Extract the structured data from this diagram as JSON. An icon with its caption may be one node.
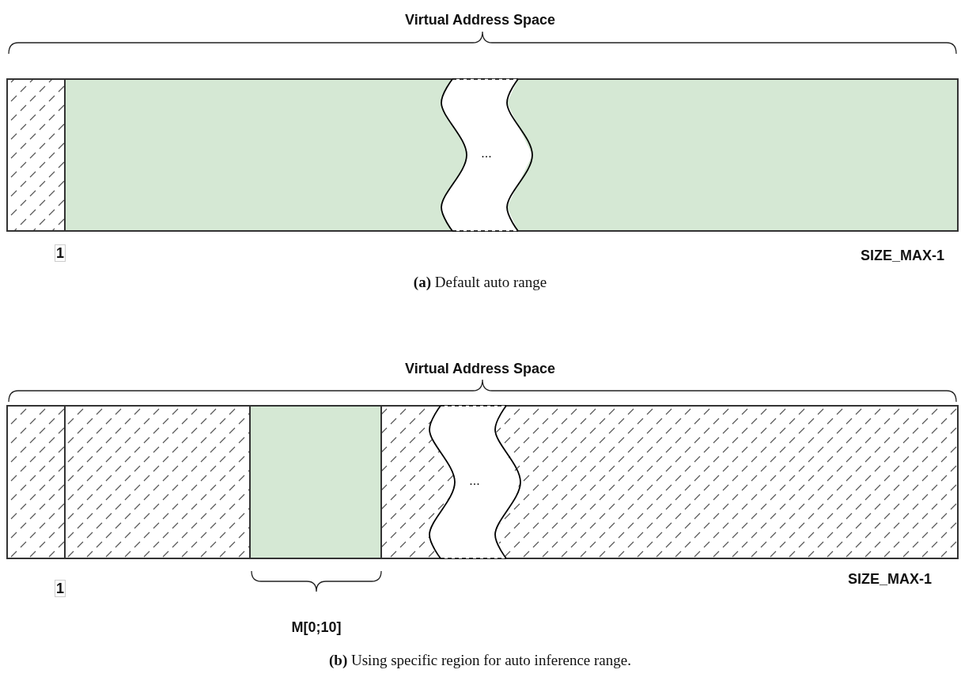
{
  "diagram": {
    "nodes": [
      {
        "text": [
          "..."
        ]
      },
      {
        "text": [
          "..."
        ]
      }
    ],
    "labels": [
      "Virtual Address Space",
      "1",
      "SIZE_MAX-1",
      "**(a)** Default auto range",
      "Virtual Address Space",
      "1",
      "SIZE_MAX-1",
      "M[0;10]",
      "**(b)** Using specific region for auto inference range."
    ]
  }
}
